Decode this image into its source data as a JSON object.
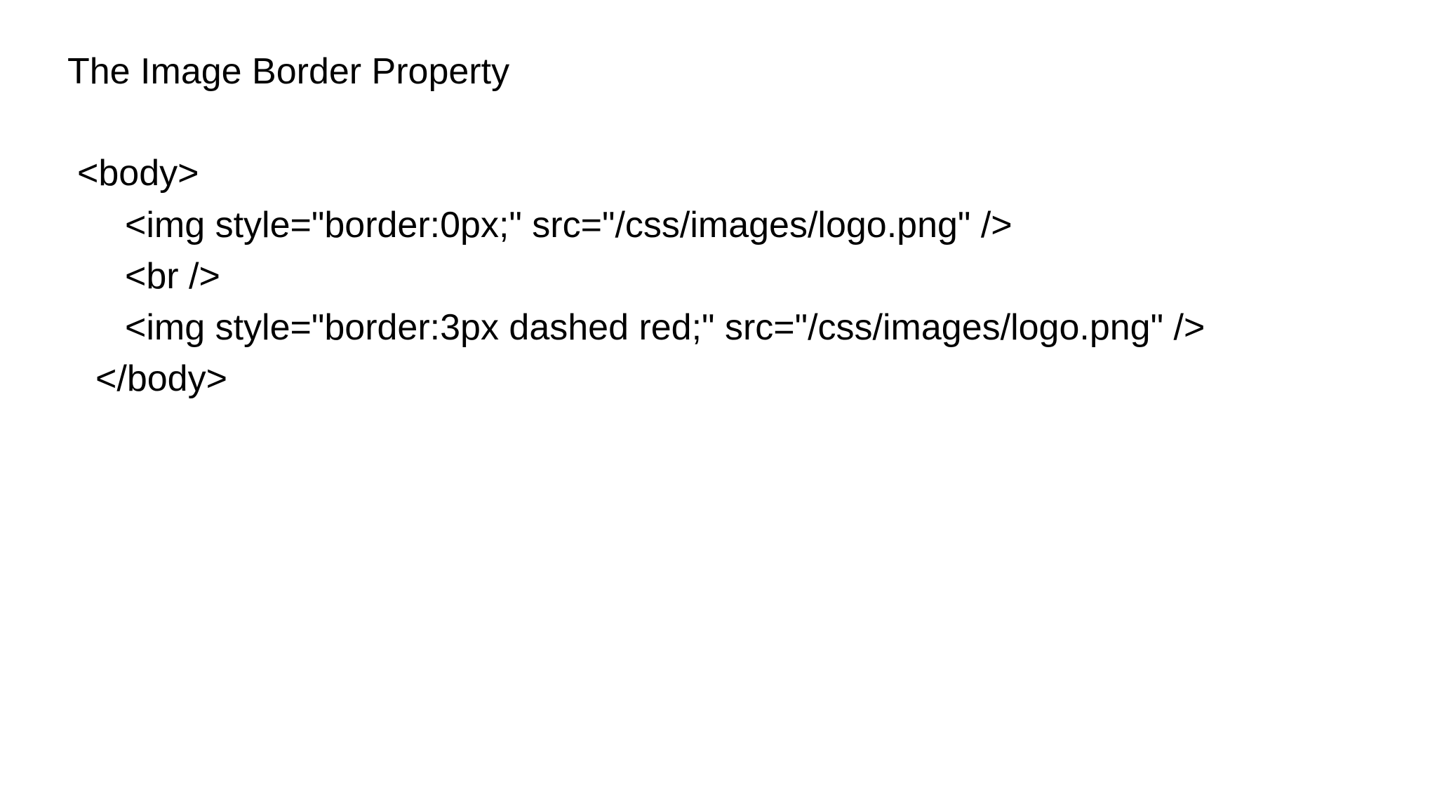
{
  "slide": {
    "title": "The Image Border Property",
    "code_lines": [
      "<body>",
      "<img style=\"border:0px;\" src=\"/css/images/logo.png\" />",
      "<br />",
      "<img style=\"border:3px dashed red;\" src=\"/css/images/logo.png\" />",
      "</body>"
    ]
  },
  "colors": {
    "background": "#ffffff",
    "text": "#000000"
  }
}
